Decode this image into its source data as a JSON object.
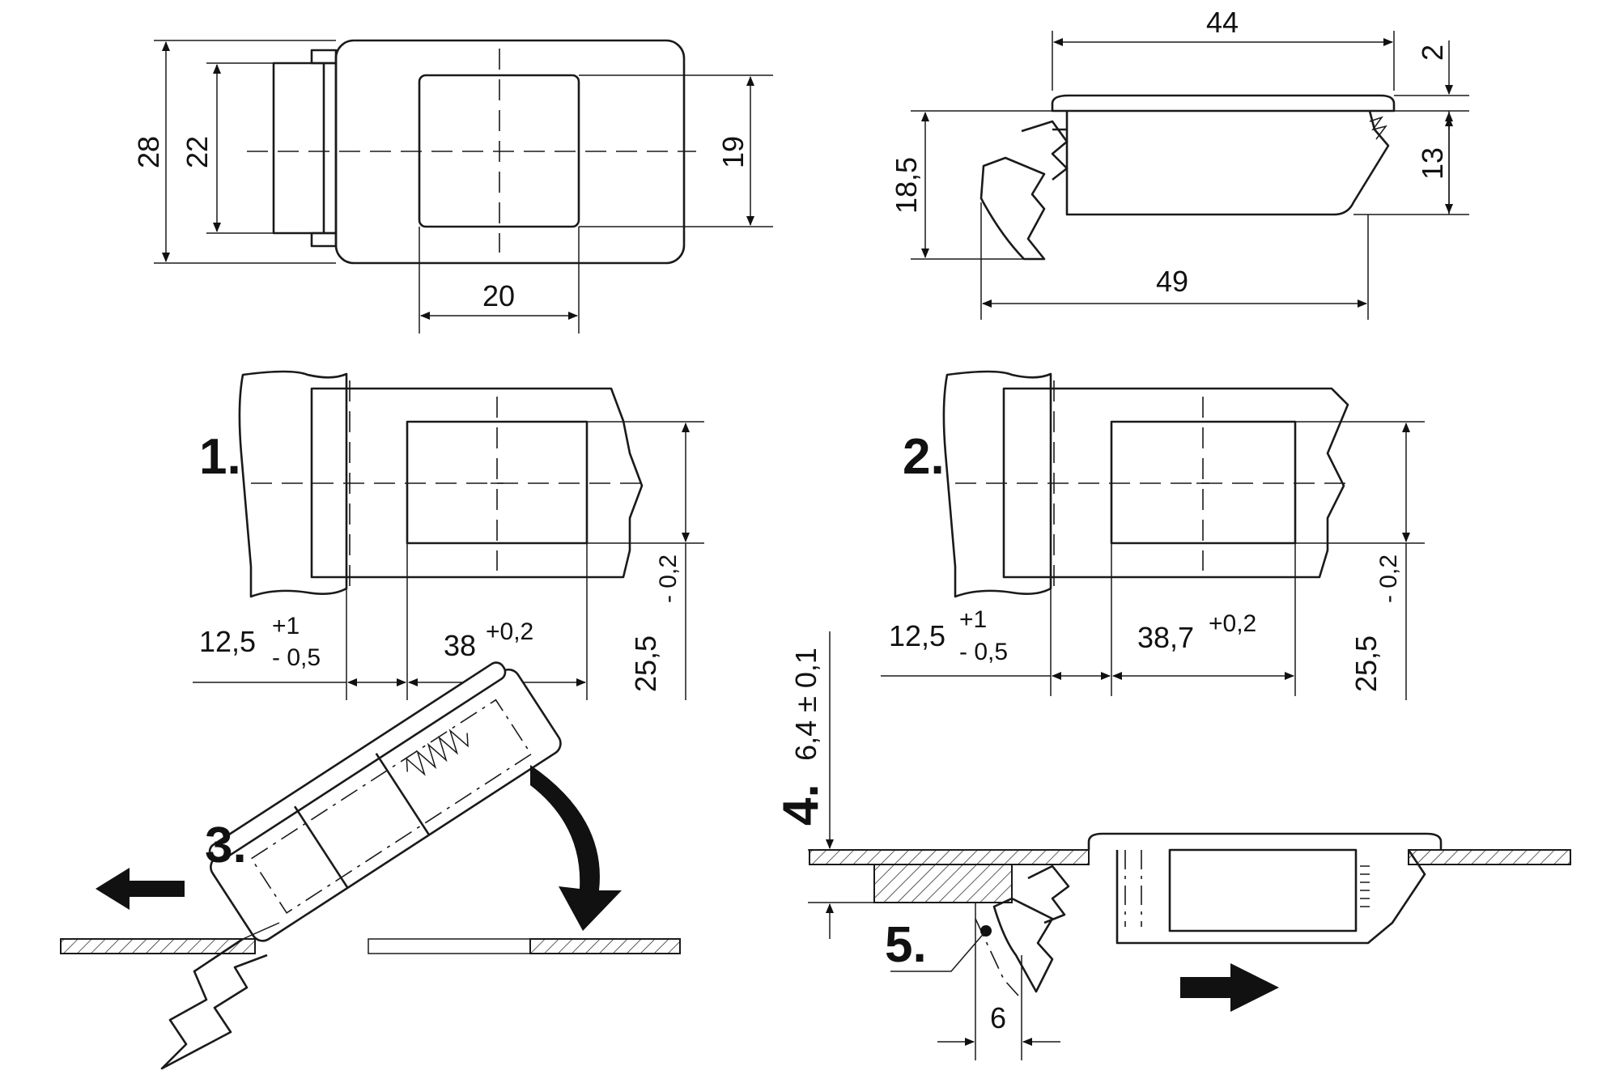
{
  "top_left": {
    "d_28": "28",
    "d_22": "22",
    "d_19": "19",
    "d_20": "20"
  },
  "top_right": {
    "d_44": "44",
    "d_2": "2",
    "d_13": "13",
    "d_18_5": "18,5",
    "d_49": "49"
  },
  "step1": {
    "label": "1.",
    "d_12_5": "12,5",
    "d_12_5_plus": "+1",
    "d_12_5_minus": "- 0,5",
    "d_38": "38",
    "d_38_tol": "+0,2",
    "d_25_5": "25,5",
    "d_25_5_tol": "- 0,2"
  },
  "step2": {
    "label": "2.",
    "d_12_5": "12,5",
    "d_12_5_plus": "+1",
    "d_12_5_minus": "- 0,5",
    "d_38_7": "38,7",
    "d_38_7_tol": "+0,2",
    "d_25_5": "25,5",
    "d_25_5_tol": "- 0,2"
  },
  "step3": {
    "label": "3."
  },
  "step4": {
    "label": "4.",
    "d_6_4": "6,4 ± 0,1",
    "d_6": "6"
  },
  "step5": {
    "label": "5."
  },
  "colors": {
    "line": "#1a1a1a",
    "background": "#ffffff",
    "arrow": "#111111"
  }
}
